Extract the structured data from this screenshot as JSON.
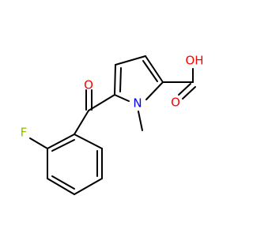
{
  "molecule": {
    "atoms": {
      "o_ketone": "O",
      "o_oh": "OH",
      "o_acid": "O",
      "n_ring": "N",
      "f": "F"
    },
    "colors": {
      "oxygen": "#ff0000",
      "nitrogen": "#0000ff",
      "fluorine": "#8fbf00",
      "bond": "#000000",
      "background": "#ffffff"
    }
  }
}
